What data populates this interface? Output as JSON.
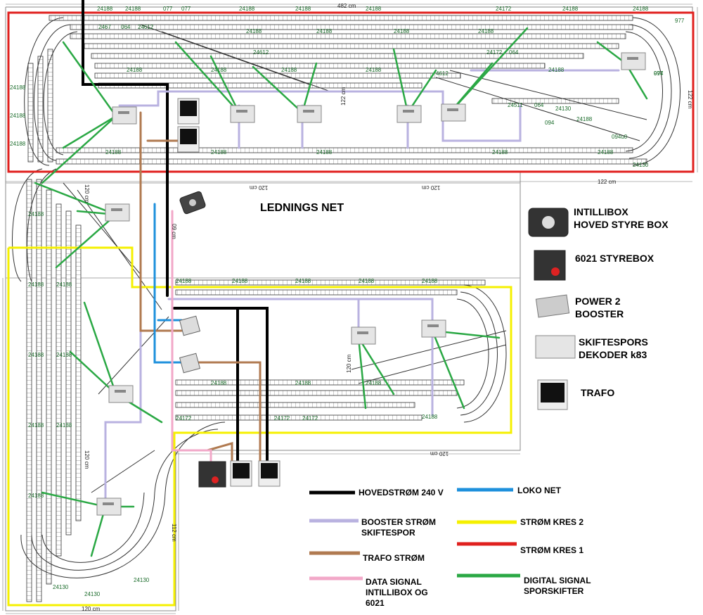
{
  "title": "LEDNINGS NET",
  "dimensions": {
    "top_width": "482 cm",
    "right_height": "122 cm",
    "upper_inner": "122 cm",
    "mid_a": "120 cm",
    "mid_b": "120 cm",
    "mid_c": "122 cm",
    "left_vertical": "120 cm",
    "center_vertical": "09 cm",
    "lower_center": "120 cm",
    "lower_bottom": "120 cm",
    "left_inner": "120 cm",
    "right_lower": "112 cm",
    "bottom": "120 cm"
  },
  "track_codes": {
    "main": "24188",
    "a": "24612",
    "b": "24172",
    "c": "064",
    "d": "077",
    "e": "094",
    "f": "24130",
    "g": "4612",
    "h": "977",
    "i": "24511",
    "j": "094u0",
    "k": "2467"
  },
  "device_legend": [
    {
      "lines": [
        "INTILLIBOX",
        "HOVED STYRE BOX"
      ],
      "icon": "intellibox-icon"
    },
    {
      "lines": [
        "6021 STYREBOX"
      ],
      "icon": "control-6021-icon"
    },
    {
      "lines": [
        "POWER 2",
        "BOOSTER"
      ],
      "icon": "booster-icon"
    },
    {
      "lines": [
        "SKIFTESPORS",
        "DEKODER k83"
      ],
      "icon": "decoder-icon"
    },
    {
      "lines": [
        "TRAFO"
      ],
      "icon": "trafo-icon"
    }
  ],
  "line_legend": [
    {
      "lines": [
        "HOVEDSTRØM 240 V"
      ],
      "color": "#000000"
    },
    {
      "lines": [
        "LOKO NET"
      ],
      "color": "#1e90dc"
    },
    {
      "lines": [
        "BOOSTER STRØM",
        "SKIFTESPOR"
      ],
      "color": "#b9b2e0"
    },
    {
      "lines": [
        "STRØM KRES 2"
      ],
      "color": "#f5f000"
    },
    {
      "lines": [
        "TRAFO STRØM"
      ],
      "color": "#b07a50"
    },
    {
      "lines": [
        "STRØM KRES 1"
      ],
      "color": "#e0201e"
    },
    {
      "lines": [
        "DATA SIGNAL",
        "INTILLIBOX OG",
        "6021"
      ],
      "color": "#f2a8c8"
    },
    {
      "lines": [
        "DIGITAL SIGNAL",
        "SPORSKIFTER"
      ],
      "color": "#2aa844"
    }
  ]
}
